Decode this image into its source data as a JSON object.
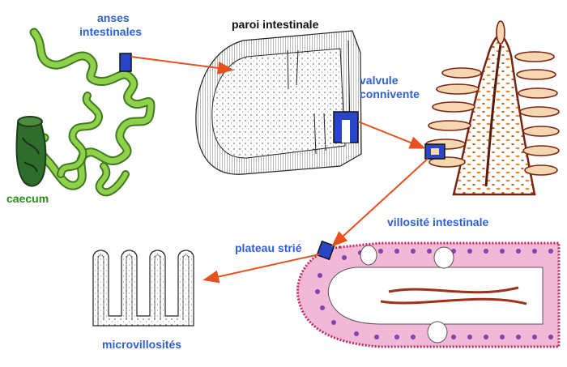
{
  "labels": {
    "anses_line1": "anses",
    "anses_line2": "intestinales",
    "caecum": "caecum",
    "paroi": "paroi intestinale",
    "valvule_line1": "valvule",
    "valvule_line2": "connivente",
    "villosite": "villosité intestinale",
    "plateau": "plateau strié",
    "microvillosites": "microvillosités"
  },
  "colors": {
    "label_blue": "#2f5fd0",
    "label_green": "#2e8a1e",
    "arrow": "#e8501e",
    "marker": "#2a46c8",
    "intestine": "#8fd14a",
    "caecum": "#2f6d2c",
    "epithelium": "#f2b8d8",
    "nuclei": "#8a3fb0",
    "villus_orange": "#e88c2c",
    "villus_brown": "#7a2414"
  }
}
